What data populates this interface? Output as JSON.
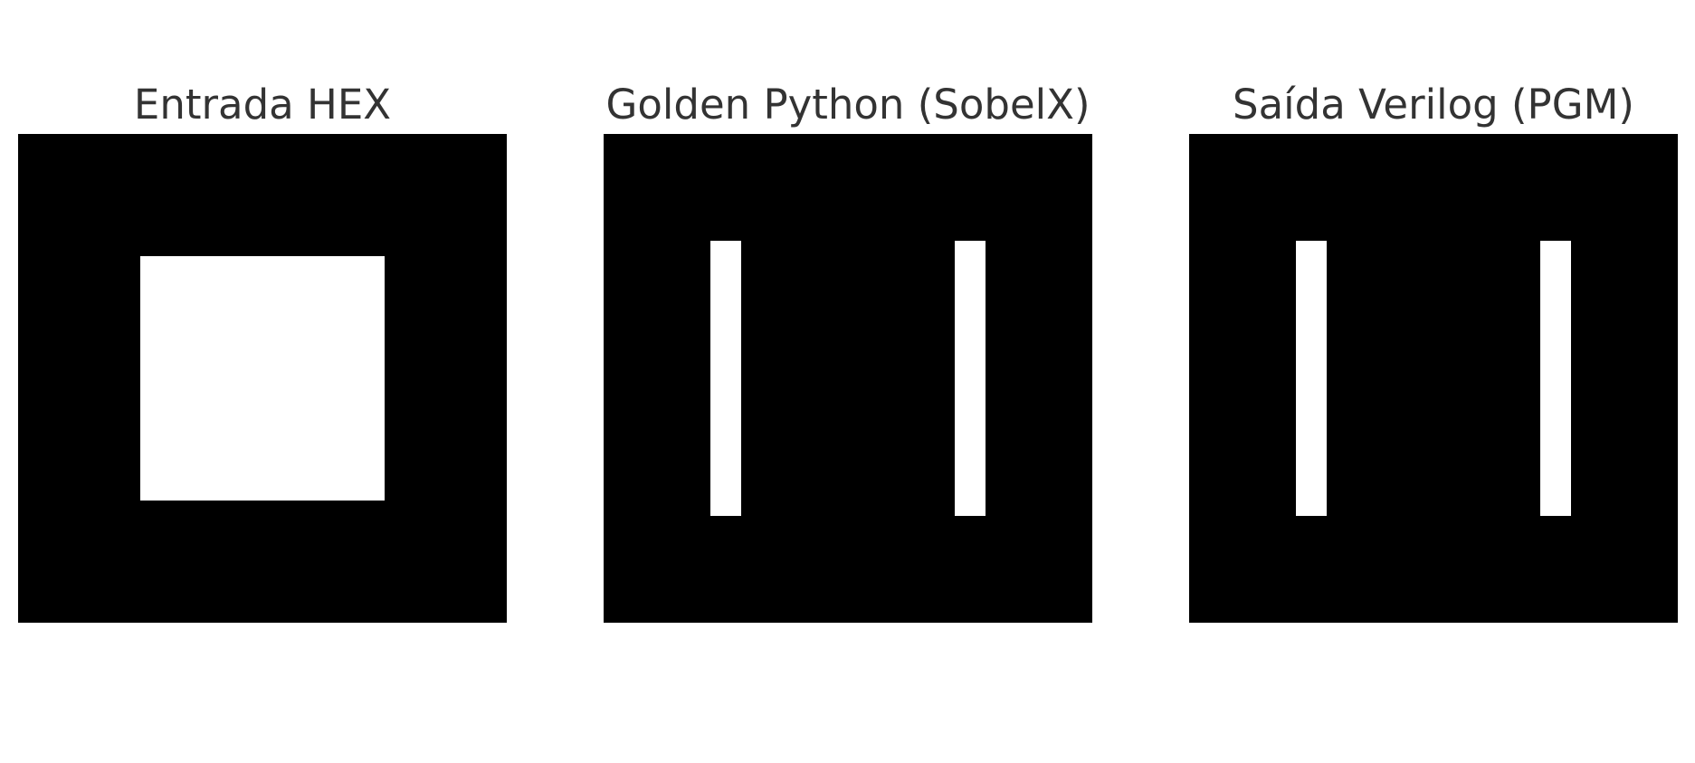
{
  "panels": [
    {
      "title": "Entrada HEX"
    },
    {
      "title": "Golden Python (SobelX)"
    },
    {
      "title": "Saída Verilog (PGM)"
    }
  ]
}
